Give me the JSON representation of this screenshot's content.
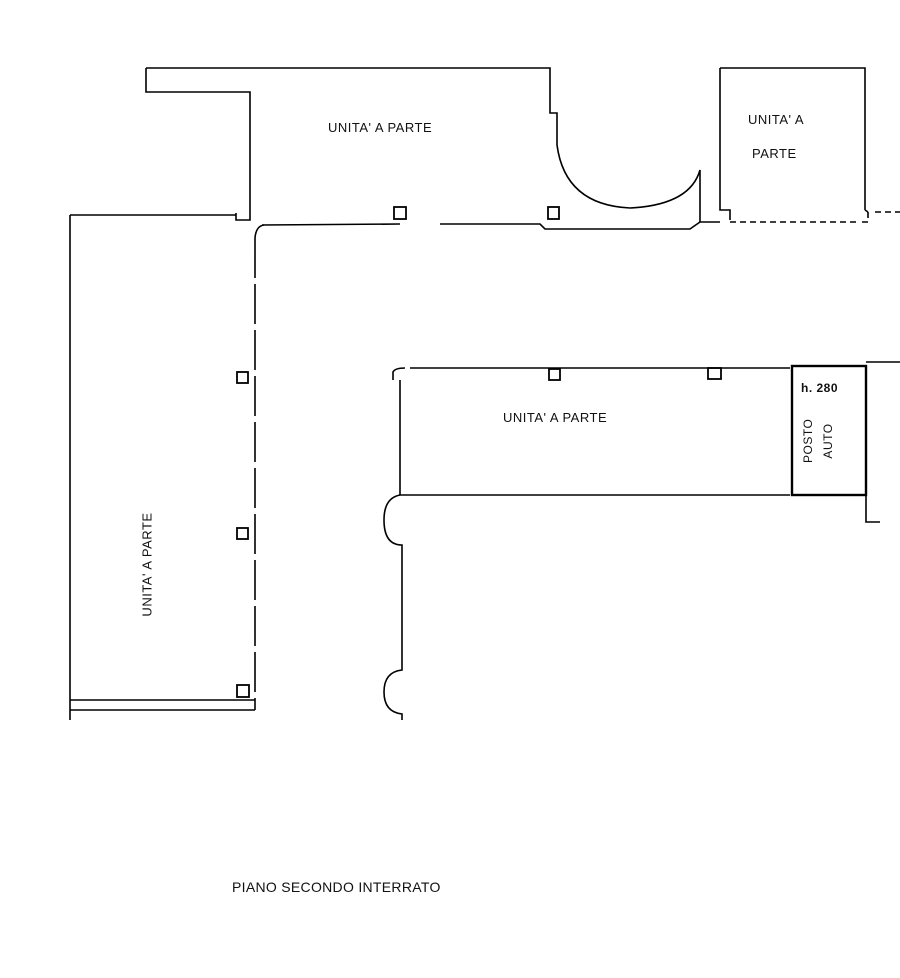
{
  "plan": {
    "units": {
      "top_left": "UNITA' A  PARTE",
      "top_right_line1": "UNITA' A",
      "top_right_line2": "PARTE",
      "middle": "UNITA' A PARTE",
      "left": "UNITA' A  PARTE"
    },
    "parking": {
      "height": "h. 280",
      "line1": "POSTO",
      "line2": "AUTO"
    },
    "caption": "PIANO   SECONDO INTERRATO"
  },
  "colors": {
    "line": "#000000",
    "background": "#ffffff"
  }
}
